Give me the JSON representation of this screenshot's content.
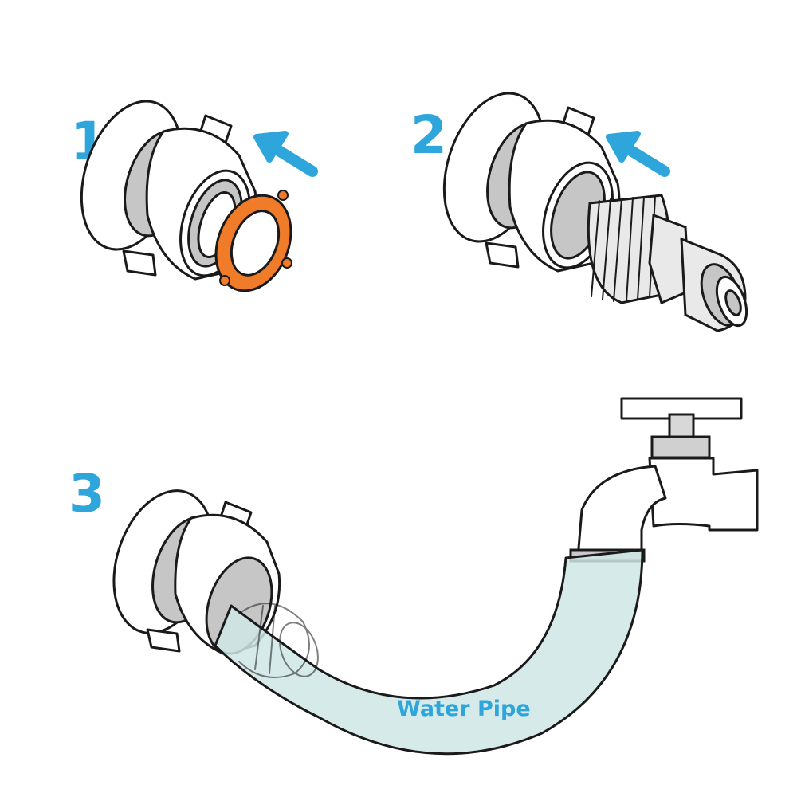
{
  "steps": [
    {
      "number": "1"
    },
    {
      "number": "2"
    },
    {
      "number": "3"
    }
  ],
  "pipe": {
    "label": "Water Pipe"
  },
  "colors": {
    "accent": "#2ea6dc",
    "washer": "#f07c2a",
    "pipe_fill": "#cfe6e6"
  }
}
